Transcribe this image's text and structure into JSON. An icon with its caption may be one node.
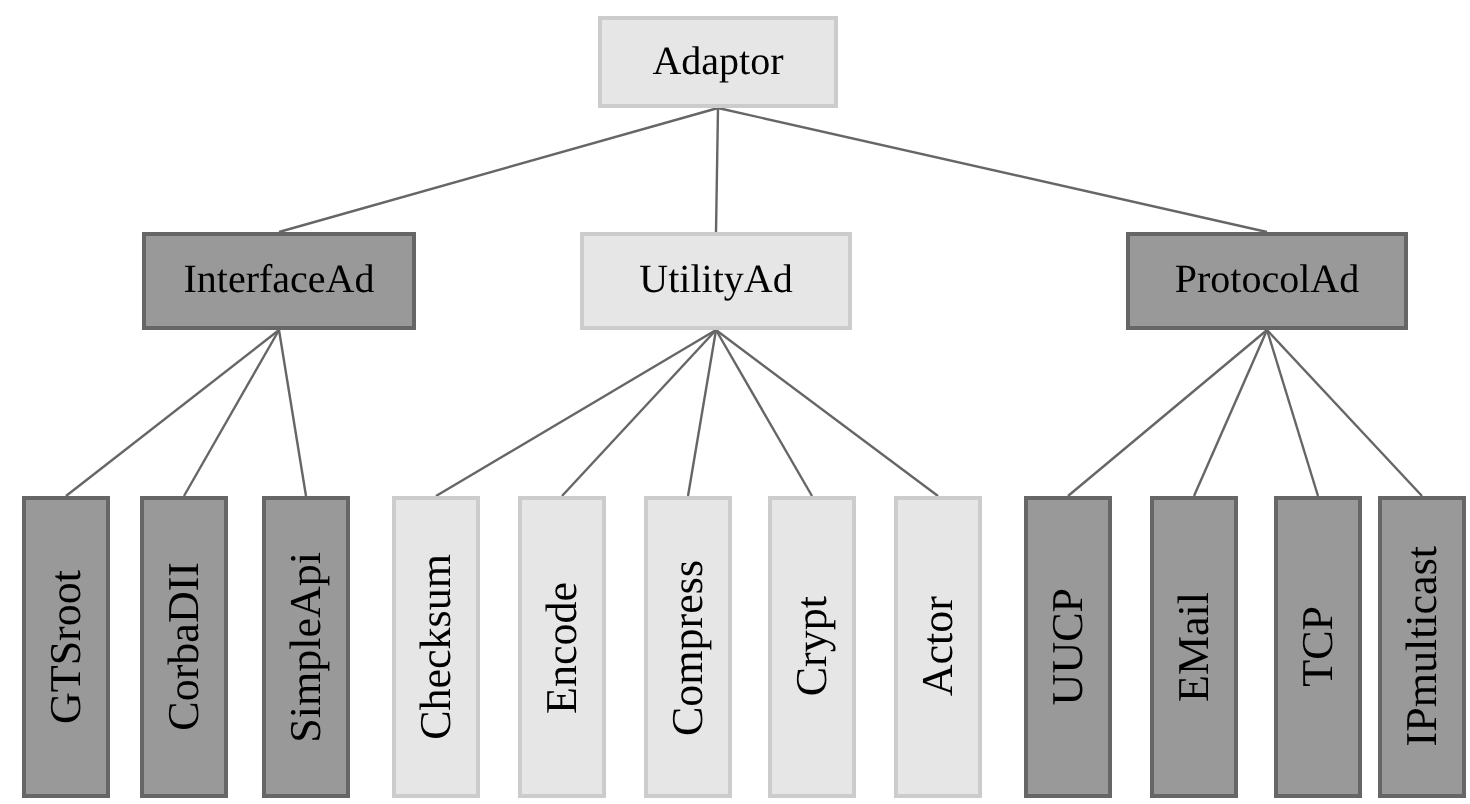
{
  "diagram": {
    "nodes": [
      {
        "text": [
          "Adaptor"
        ]
      },
      {
        "text": [
          "InterfaceAd"
        ]
      },
      {
        "text": [
          "UtilityAd"
        ]
      },
      {
        "text": [
          "ProtocolAd"
        ]
      },
      {
        "text": [
          "GTSroot"
        ]
      },
      {
        "text": [
          "CorbaDII"
        ]
      },
      {
        "text": [
          "SimpleApi"
        ]
      },
      {
        "text": [
          "Checksum"
        ]
      },
      {
        "text": [
          "Encode"
        ]
      },
      {
        "text": [
          "Compress"
        ]
      },
      {
        "text": [
          "Crypt"
        ]
      },
      {
        "text": [
          "Actor"
        ]
      },
      {
        "text": [
          "UUCP"
        ]
      },
      {
        "text": [
          "EMail"
        ]
      },
      {
        "text": [
          "TCP"
        ]
      },
      {
        "text": [
          "IPmulticast"
        ]
      }
    ],
    "edges": [
      {
        "from": 0,
        "to": 1,
        "arrow": "none"
      },
      {
        "from": 0,
        "to": 2,
        "arrow": "none"
      },
      {
        "from": 0,
        "to": 3,
        "arrow": "none"
      },
      {
        "from": 1,
        "to": 4,
        "arrow": "none"
      },
      {
        "from": 1,
        "to": 5,
        "arrow": "none"
      },
      {
        "from": 1,
        "to": 6,
        "arrow": "none"
      },
      {
        "from": 2,
        "to": 7,
        "arrow": "none"
      },
      {
        "from": 2,
        "to": 8,
        "arrow": "none"
      },
      {
        "from": 2,
        "to": 9,
        "arrow": "none"
      },
      {
        "from": 2,
        "to": 10,
        "arrow": "none"
      },
      {
        "from": 2,
        "to": 11,
        "arrow": "none"
      },
      {
        "from": 3,
        "to": 12,
        "arrow": "none"
      },
      {
        "from": 3,
        "to": 13,
        "arrow": "none"
      },
      {
        "from": 3,
        "to": 14,
        "arrow": "none"
      },
      {
        "from": 3,
        "to": 15,
        "arrow": "none"
      }
    ]
  }
}
